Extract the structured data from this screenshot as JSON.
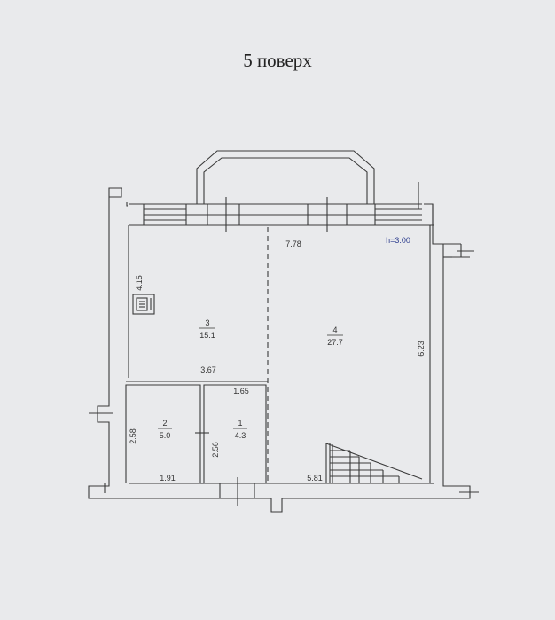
{
  "title": "5 поверх",
  "ceiling_height": "h=3.00",
  "rooms": [
    {
      "number": "1",
      "area": "4.3"
    },
    {
      "number": "2",
      "area": "5.0"
    },
    {
      "number": "3",
      "area": "15.1"
    },
    {
      "number": "4",
      "area": "27.7"
    }
  ],
  "dimensions": {
    "top_width": "7.78",
    "room3_height": "4.15",
    "room3_width": "3.67",
    "room4_height": "6.23",
    "room1_width": "1.65",
    "room1_height": "2.56",
    "room2_height": "2.58",
    "room2_width": "1.91",
    "room4_bottom_width": "5.81"
  },
  "colors": {
    "background": "#e9eaec",
    "line": "#3a3a3a",
    "text": "#333333"
  }
}
